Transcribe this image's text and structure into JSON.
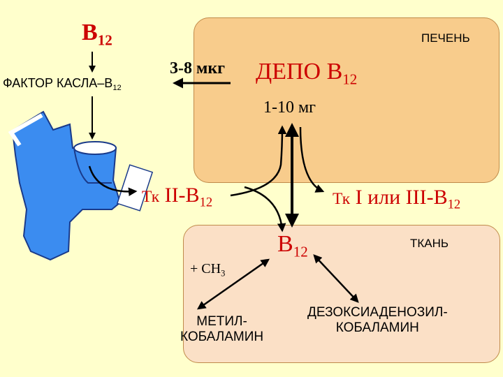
{
  "title": "B",
  "title_sub": "12",
  "liver": {
    "label": "ПЕЧЕНЬ",
    "depot_text": "ДЕПО B",
    "depot_sub": "12",
    "amount": "1-10 мг"
  },
  "intestine": {
    "transfer_amount": "3-8 мкг",
    "factor_text": "ФАКТОР КАСЛА–B",
    "factor_sub": "12"
  },
  "transport": {
    "tc2_k": "Тк",
    "tc2_rest": " II-B",
    "tc2_sub": "12",
    "tc13_k": "Тк",
    "tc13_rest": " I или III-B",
    "tc13_sub": "12"
  },
  "tissue": {
    "label": "ТКАНЬ",
    "b12_text": "B",
    "b12_sub": "12",
    "methyl_prefix": "+ СН",
    "methyl_sub": "3",
    "methyl_line1": "МЕТИЛ-",
    "methyl_line2": "КОБАЛАМИН",
    "deoxy_line1": "ДЕЗОКСИАДЕНОЗИЛ-",
    "deoxy_line2": "КОБАЛАМИН"
  },
  "colors": {
    "background": "#FFFFCC",
    "liver": "#F8CC8C",
    "tissue": "#FBE0C6",
    "accent": "#CC0000",
    "stomach": "#3B8CF0"
  }
}
